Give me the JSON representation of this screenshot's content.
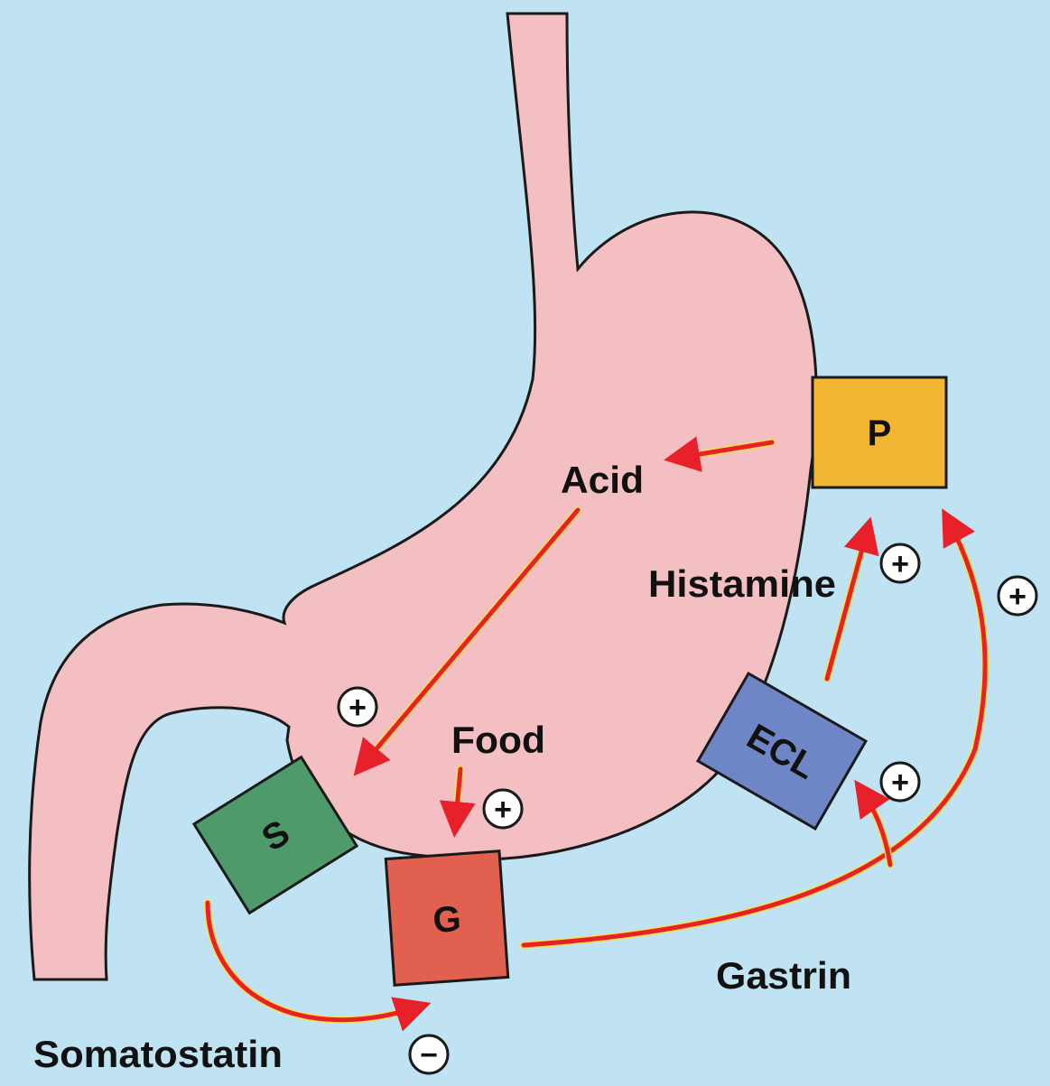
{
  "colors": {
    "background": "#bfe3f2",
    "stomach": "#f4bfc2",
    "outline": "#1a1a1a",
    "arrow": "#e8202a",
    "arrow_glow": "#f5e24a",
    "cell_p": "#f2b632",
    "cell_ecl": "#6f86c6",
    "cell_s": "#4f9a6a",
    "cell_g": "#e2604f"
  },
  "cells": {
    "p": "P",
    "ecl": "ECL",
    "s": "S",
    "g": "G"
  },
  "labels": {
    "acid": "Acid",
    "histamine": "Histamine",
    "food": "Food",
    "gastrin": "Gastrin",
    "somatostatin": "Somatostatin"
  },
  "signs": {
    "histamine_to_p": "+",
    "gastrin_to_p": "+",
    "gastrin_to_ecl": "+",
    "acid_to_s": "+",
    "food_to_g": "+",
    "somatostatin_to_g": "−"
  }
}
